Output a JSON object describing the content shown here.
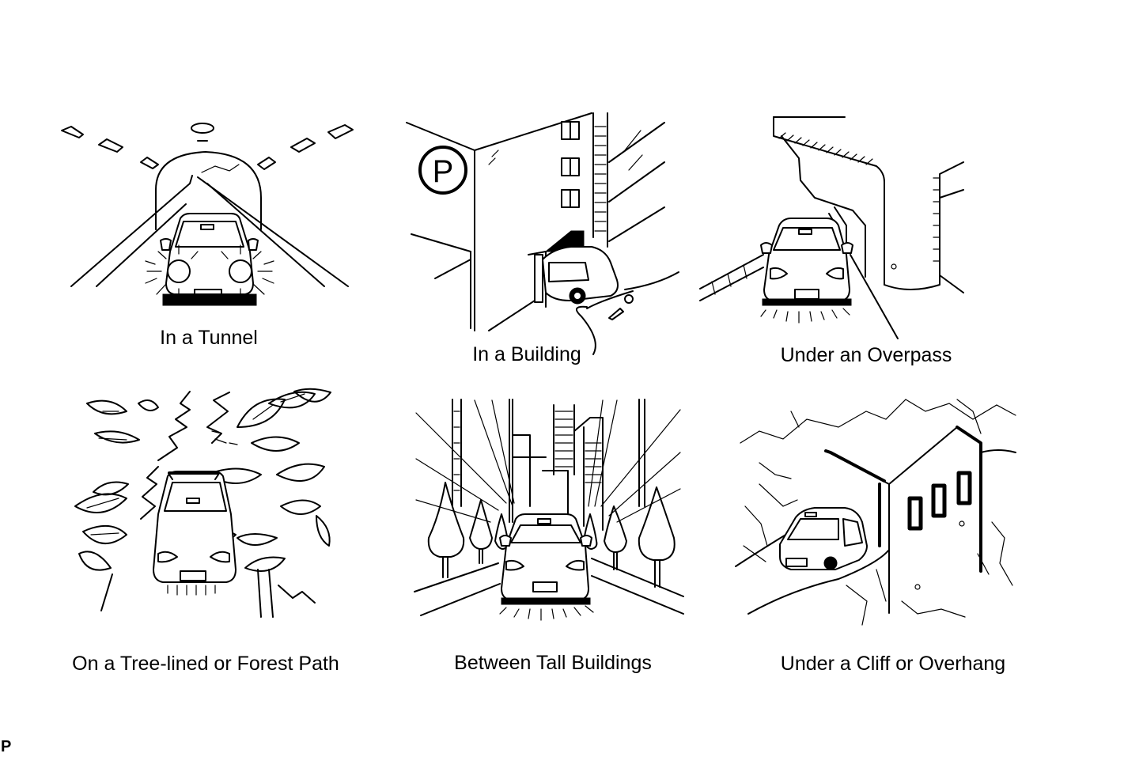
{
  "panels": [
    {
      "id": "tunnel",
      "caption": "In a Tunnel"
    },
    {
      "id": "building",
      "caption": "In a Building"
    },
    {
      "id": "overpass",
      "caption": "Under an Overpass"
    },
    {
      "id": "forest",
      "caption": "On a Tree-lined or Forest Path"
    },
    {
      "id": "tall-buildings",
      "caption": "Between Tall Buildings"
    },
    {
      "id": "cliff",
      "caption": "Under a Cliff or Overhang"
    }
  ],
  "parking_sign_letter": "P",
  "corner_mark": "P"
}
